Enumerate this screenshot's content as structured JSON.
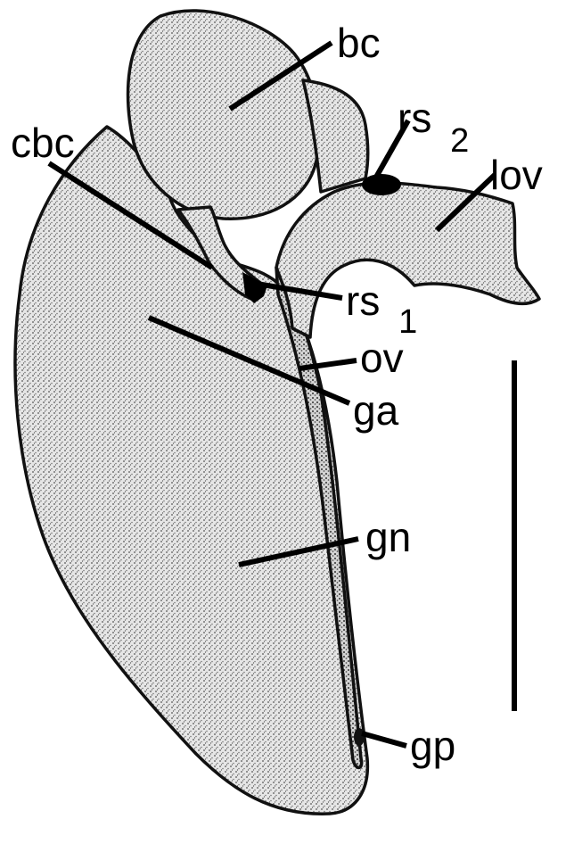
{
  "labels": {
    "bc": "bc",
    "cbc": "cbc",
    "rs2_main": "rs",
    "rs2_sub": "2",
    "lov": "lov",
    "rs1_main": "rs",
    "rs1_sub": "1",
    "ov": "ov",
    "ga": "ga",
    "gn": "gn",
    "gp": "gp"
  },
  "colors": {
    "ink": "#000000",
    "organ_fill": "#cfcfcf",
    "background": "#ffffff"
  }
}
